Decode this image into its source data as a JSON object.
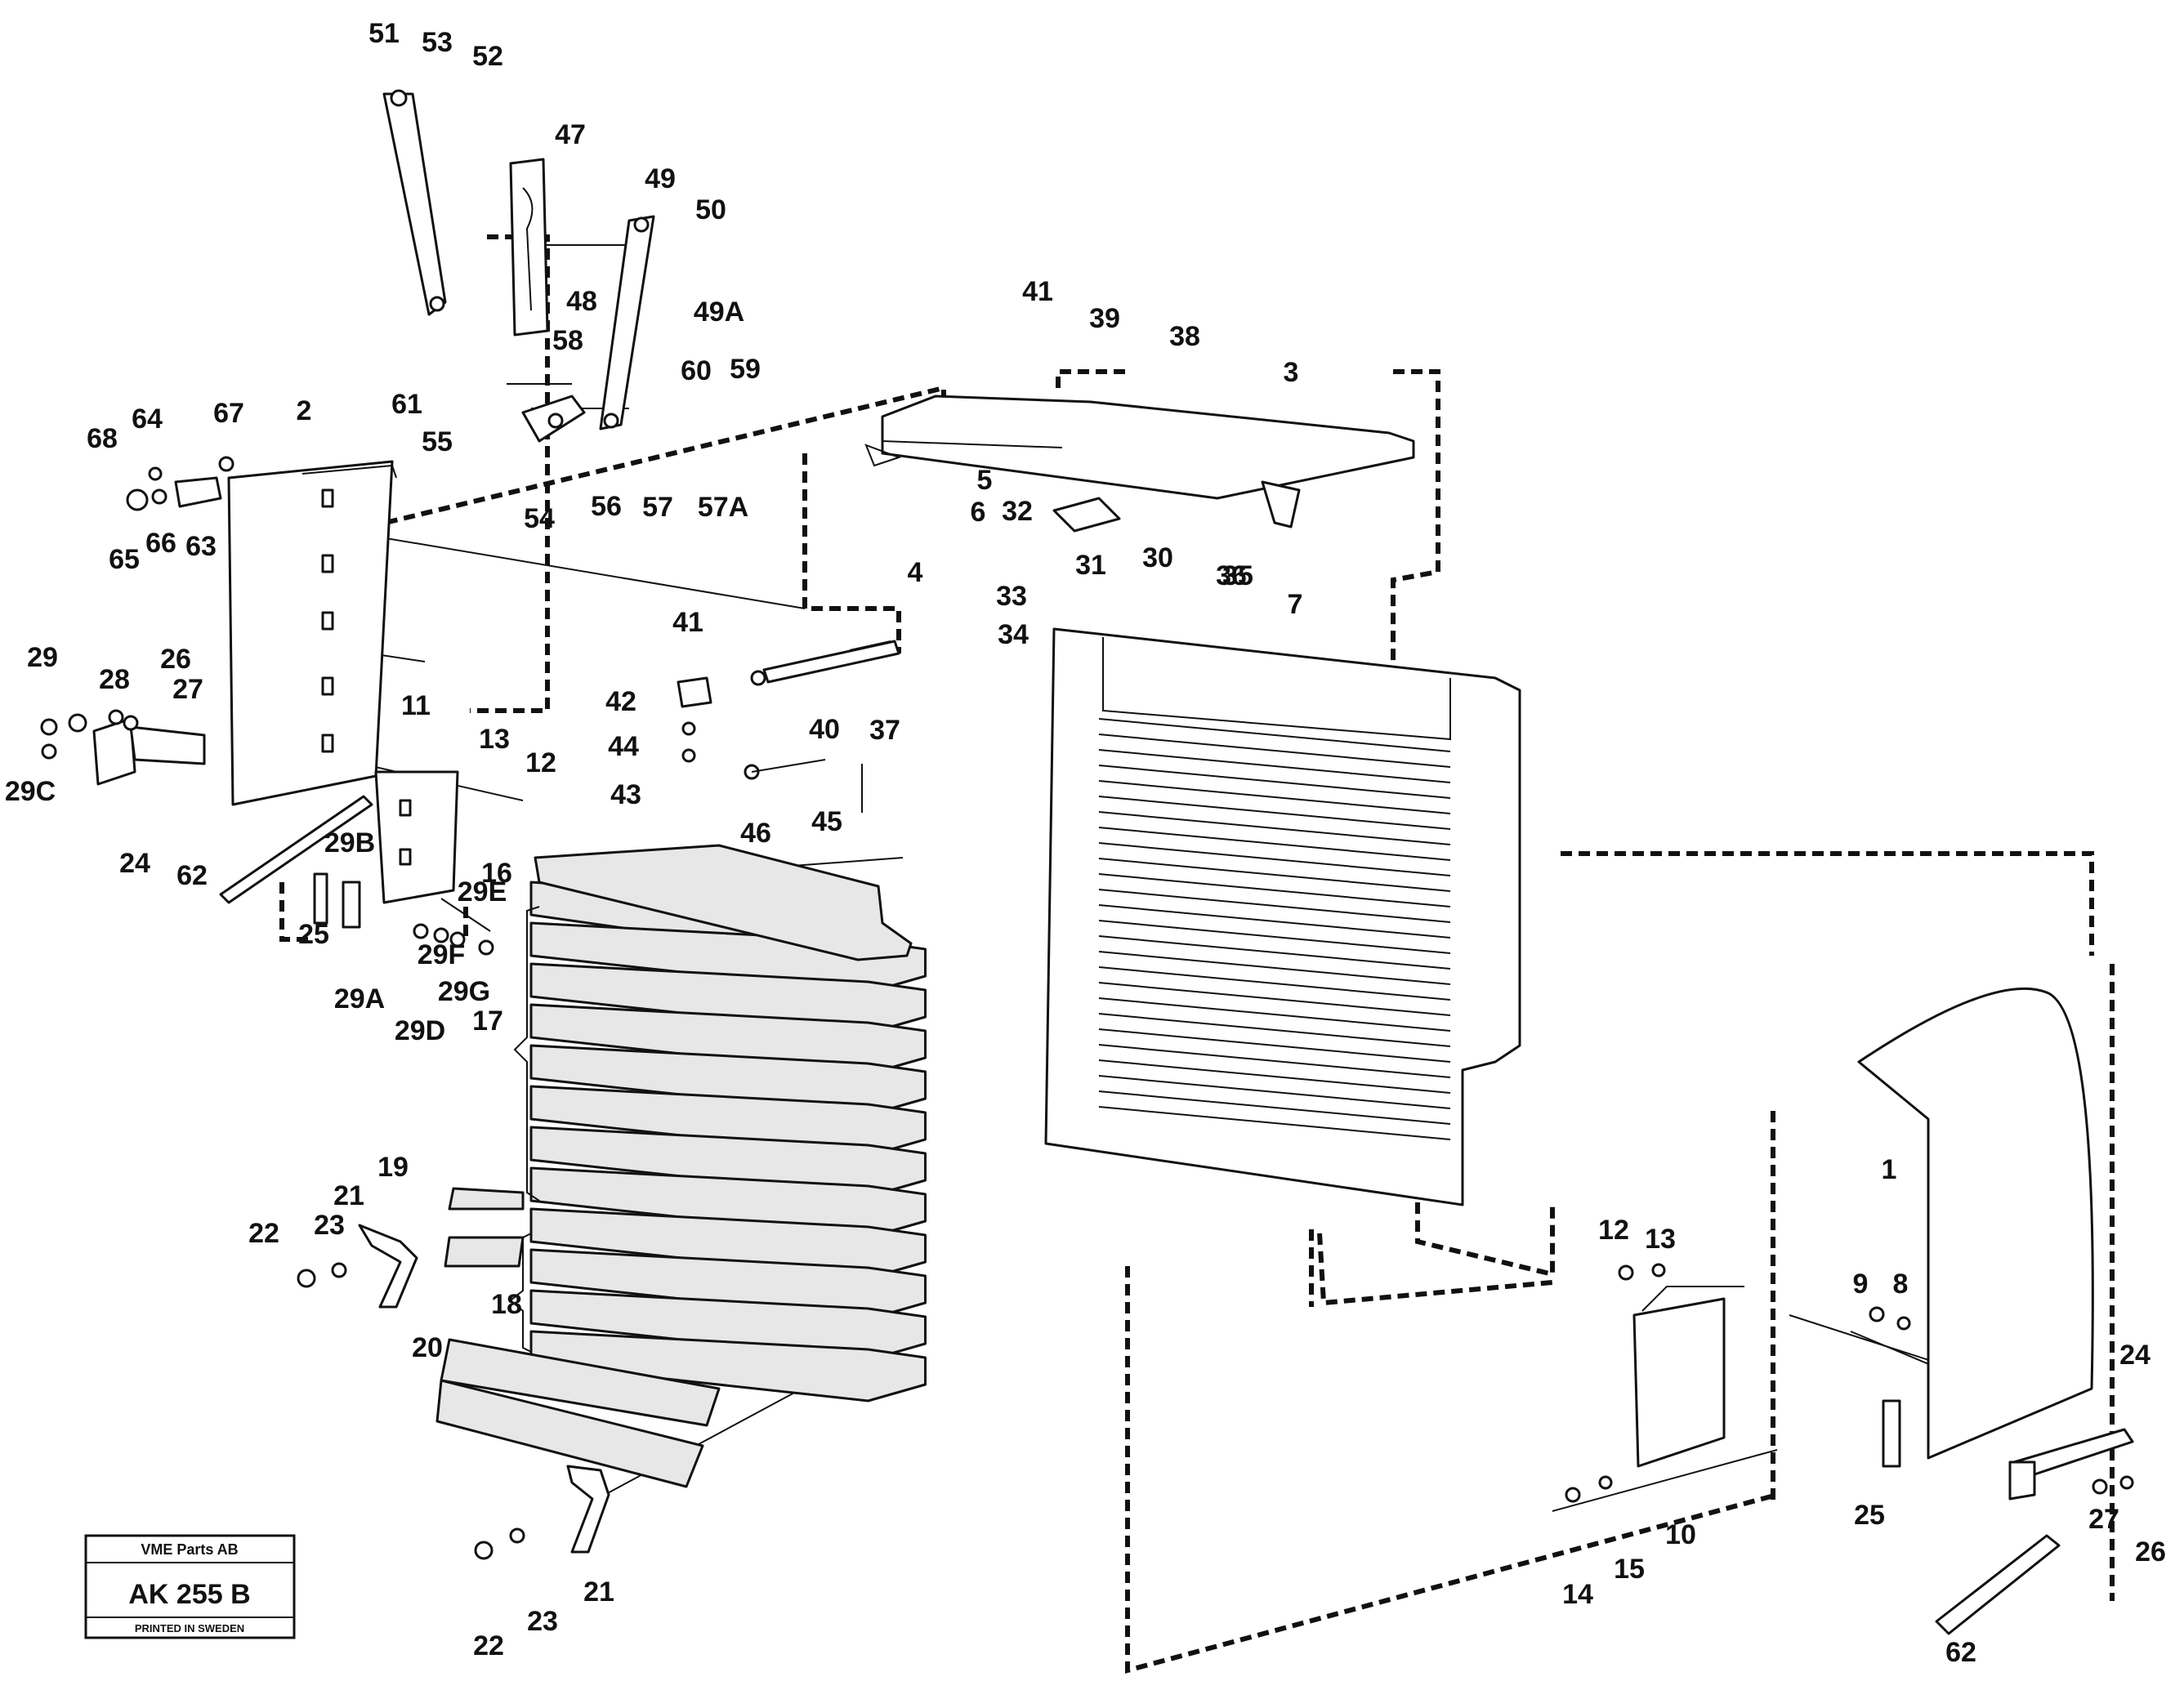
{
  "title_box": {
    "company": "VME Parts AB",
    "code": "AK 255 B",
    "footer": "PRINTED IN SWEDEN"
  },
  "callouts": [
    "51",
    "53",
    "52",
    "47",
    "49",
    "50",
    "48",
    "49A",
    "41",
    "39",
    "38",
    "3",
    "58",
    "60",
    "59",
    "61",
    "55",
    "54",
    "56",
    "57",
    "57A",
    "68",
    "64",
    "67",
    "2",
    "65",
    "66",
    "63",
    "5",
    "6",
    "32",
    "4",
    "31",
    "30",
    "36",
    "35",
    "33",
    "34",
    "7",
    "41",
    "42",
    "40",
    "37",
    "44",
    "43",
    "46",
    "45",
    "29",
    "28",
    "26",
    "27",
    "29C",
    "24",
    "11",
    "13",
    "12",
    "62",
    "29B",
    "16",
    "29E",
    "25",
    "29A",
    "29F",
    "29G",
    "29D",
    "17",
    "19",
    "21",
    "22",
    "23",
    "18",
    "20",
    "21",
    "22",
    "23",
    "1",
    "12",
    "13",
    "9",
    "8",
    "24",
    "10",
    "25",
    "27",
    "26",
    "14",
    "15",
    "62"
  ]
}
